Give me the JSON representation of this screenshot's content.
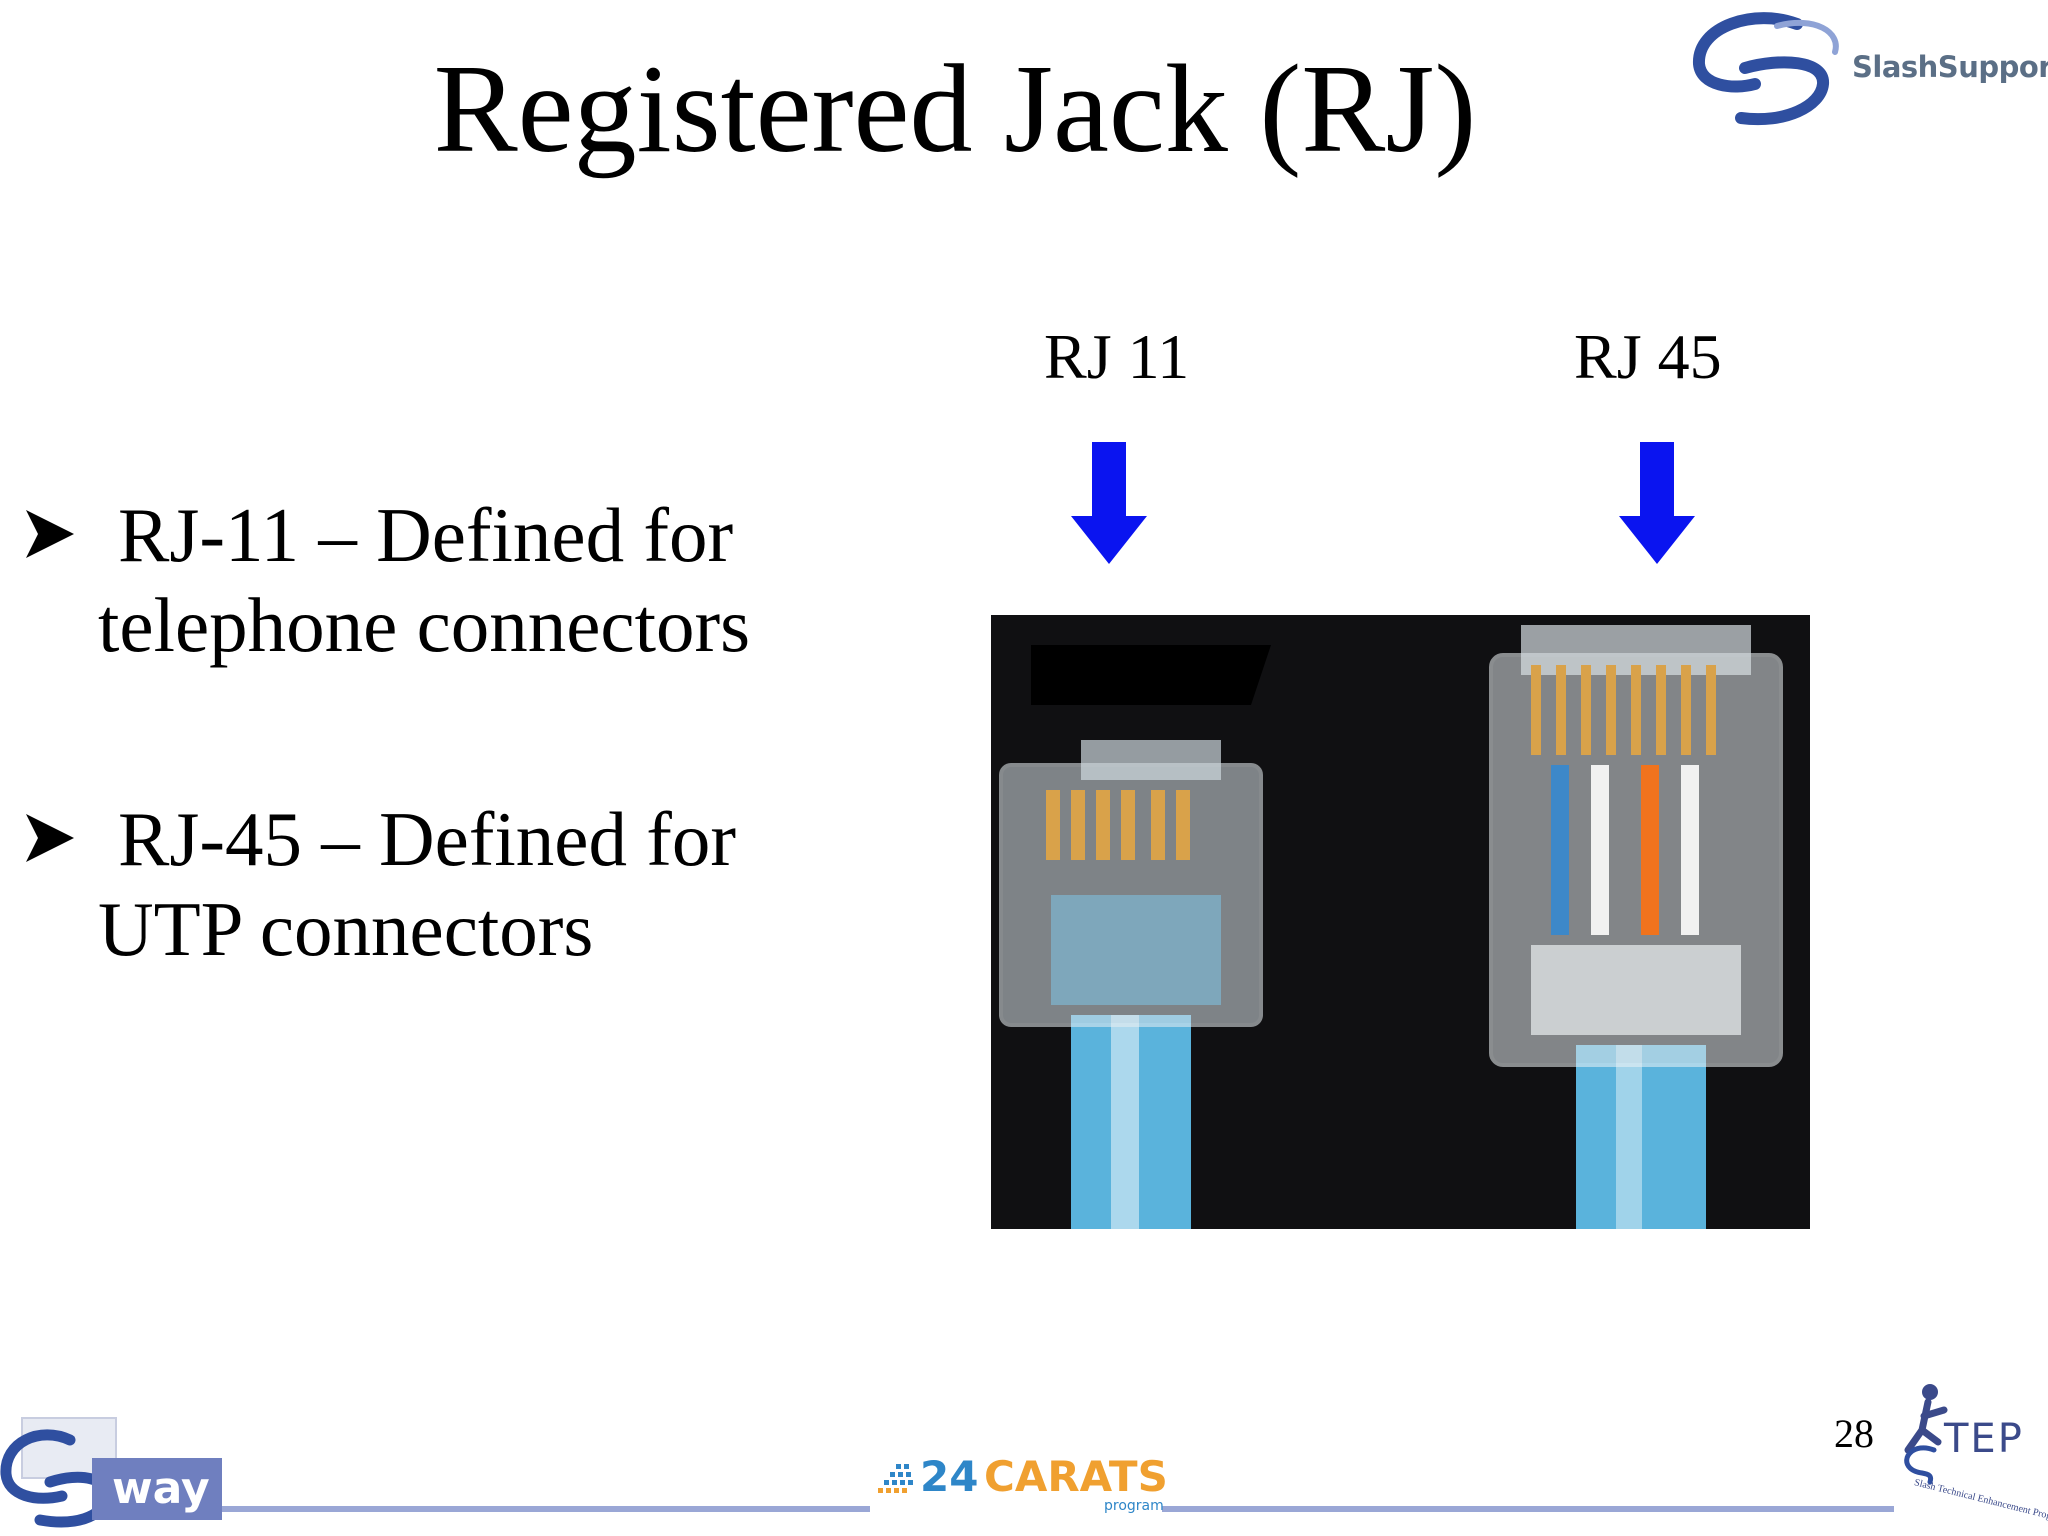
{
  "slide": {
    "title": "Registered Jack (RJ)",
    "page_number": "28"
  },
  "labels": {
    "rj11": "RJ 11",
    "rj45": "RJ 45"
  },
  "bullets": [
    {
      "line1": "RJ-11 – Defined for",
      "line2": "telephone connectors"
    },
    {
      "line1": "RJ-45 – Defined for",
      "line2": "UTP connectors"
    }
  ],
  "logos": {
    "top_right": "SlashSupport",
    "bottom_left": "way",
    "bottom_center_number": "24",
    "bottom_center_word": "CARATS",
    "bottom_center_sub": "program",
    "bottom_right": "TEP",
    "bottom_right_tagline": "Slash Technical Enhancement Program"
  },
  "colors": {
    "arrow": "#0a14f0",
    "footer_line": "#9aa7d6",
    "brand_blue": "#2f4fa0"
  }
}
